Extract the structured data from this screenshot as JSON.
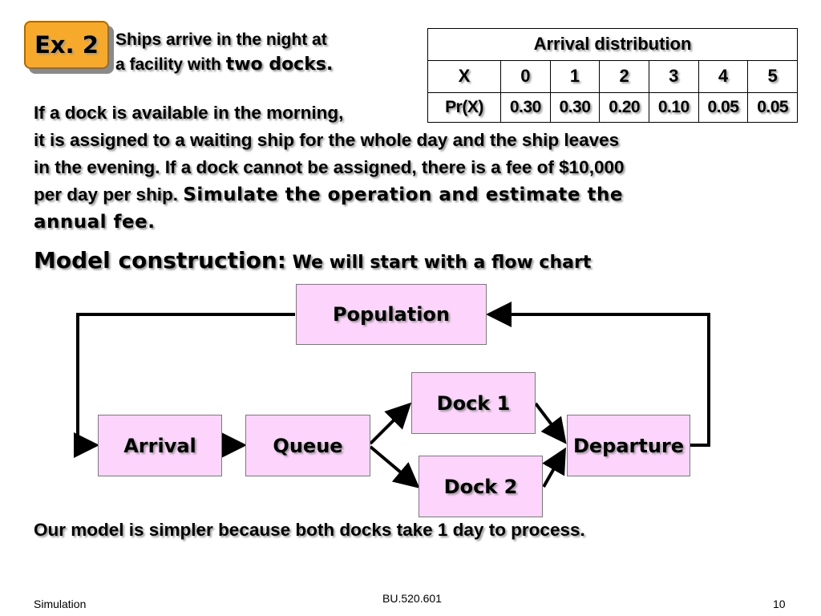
{
  "badge": {
    "label": "Ex. 2"
  },
  "intro": {
    "line1": "Ships arrive in the night at",
    "line2_prefix": "a facility with ",
    "line2_emph": "two docks."
  },
  "distribution_table": {
    "title": "Arrival distribution",
    "x_header": "X",
    "p_header": "Pr(X)",
    "x_values": [
      "0",
      "1",
      "2",
      "3",
      "4",
      "5"
    ],
    "probabilities": [
      "0.30",
      "0.30",
      "0.20",
      "0.10",
      "0.05",
      "0.05"
    ]
  },
  "problem": {
    "line1": "If a dock is available in the morning,",
    "line2": "it is assigned to a waiting ship for the whole day and the ship leaves",
    "line3": "in the evening. If a dock cannot be assigned, there is a fee of $10,000",
    "line4_prefix": "per day per ship. ",
    "line4_emph": "Simulate the operation and estimate the",
    "line5_emph": "annual fee."
  },
  "model": {
    "heading": "Model construction:",
    "subheading": " We will start with a flow chart"
  },
  "flowchart": {
    "population": "Population",
    "arrival": "Arrival",
    "queue": "Queue",
    "dock1": "Dock 1",
    "dock2": "Dock 2",
    "departure": "Departure",
    "box_fill": "#fdd4fb"
  },
  "conclusion": "Our model is simpler because both docks take 1 day to process.",
  "footer": {
    "left": "Simulation",
    "center": "BU.520.601",
    "right": "10"
  },
  "colors": {
    "badge_fill": "#f7a92c",
    "box_fill": "#fdd4fb"
  }
}
